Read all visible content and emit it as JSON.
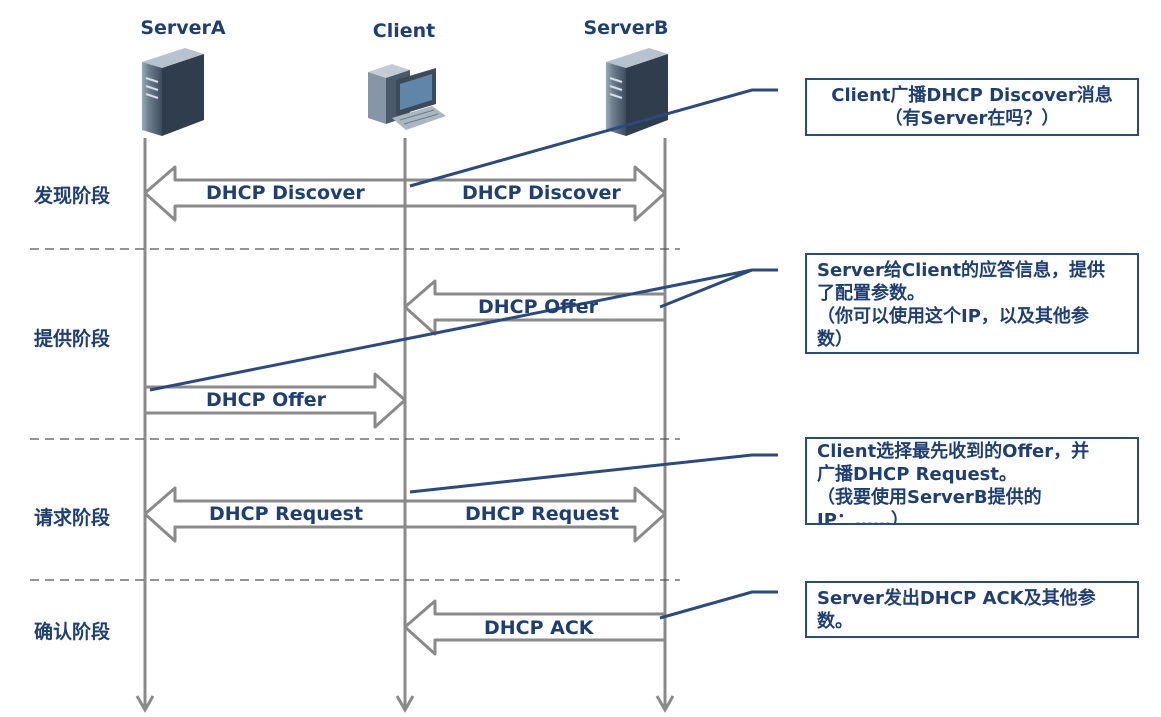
{
  "entities": {
    "server_a": "ServerA",
    "client": "Client",
    "server_b": "ServerB"
  },
  "phases": {
    "discover": "发现阶段",
    "offer": "提供阶段",
    "request": "请求阶段",
    "ack": "确认阶段"
  },
  "messages": {
    "discover_a": "DHCP Discover",
    "discover_b": "DHCP Discover",
    "offer_b": "DHCP Offer",
    "offer_a": "DHCP Offer",
    "request_a": "DHCP Request",
    "request_b": "DHCP Request",
    "ack_b": "DHCP ACK"
  },
  "notes": {
    "discover": [
      "Client广播DHCP Discover消息",
      "（有Server在吗？）"
    ],
    "offer": [
      "Server给Client的应答信息，提供",
      "了配置参数。",
      "（你可以使用这个IP，以及其他参",
      "数）"
    ],
    "request": [
      "Client选择最先收到的Offer，并",
      "广播DHCP Request。",
      "（我要使用ServerB提供的",
      "IP：……）"
    ],
    "ack": [
      "Server发出DHCP ACK及其他参",
      "数。"
    ]
  },
  "colors": {
    "text": "#1f3f73",
    "lifeline": "#8a8a8a",
    "arrow_fill": "#ffffff",
    "arrow_stroke": "#8a8a8a",
    "callout_line": "#2b4a7d",
    "divider": "#555555"
  },
  "icons": [
    "server-tower-icon",
    "desktop-computer-icon",
    "server-tower-icon"
  ]
}
